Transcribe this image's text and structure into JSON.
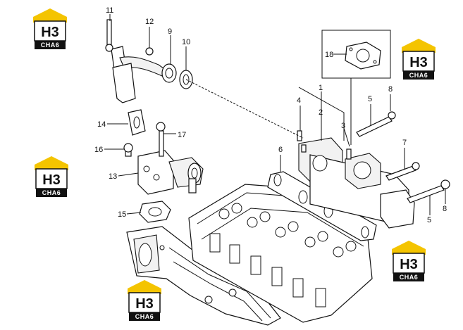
{
  "logo": {
    "mark": "H3",
    "sub": "CHA6"
  },
  "callouts": {
    "c1": "1",
    "c2": "2",
    "c3": "3",
    "c4": "4",
    "c5a": "5",
    "c5b": "5",
    "c6": "6",
    "c7": "7",
    "c8a": "8",
    "c8b": "8",
    "c9": "9",
    "c10": "10",
    "c11": "11",
    "c12": "12",
    "c13": "13",
    "c14": "14",
    "c15": "15",
    "c16": "16",
    "c17": "17",
    "c18": "18"
  }
}
